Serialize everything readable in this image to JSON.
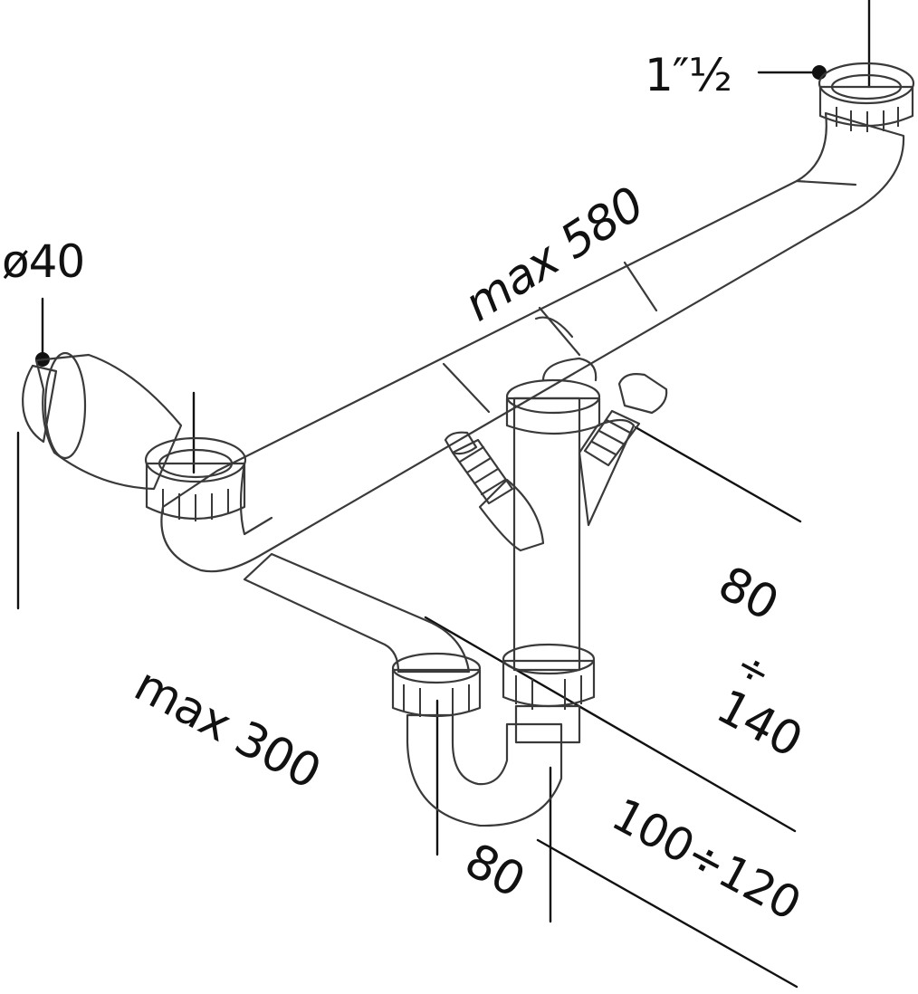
{
  "labels": {
    "diameter": "ø40",
    "thread": "1″½",
    "max_length_top": "max 580",
    "max_length_side": "max 300",
    "height_80": "80",
    "height_div": "÷",
    "height_140": "140",
    "range_100_120": "100÷120",
    "bottom_80": "80"
  },
  "colors": {
    "pipe": "#f4f5f6",
    "pipe_shade": "#d9dcdf",
    "outline": "#3a3a3a",
    "connector": "#6fc9b3",
    "ink": "#111111"
  },
  "icons": [
    "waste-pipe",
    "bottle-trap",
    "hose-connector",
    "threaded-nut"
  ]
}
